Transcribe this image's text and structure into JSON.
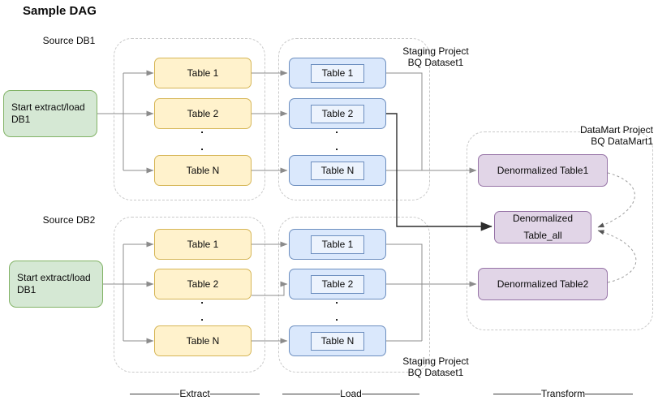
{
  "title": "Sample DAG",
  "dot": ".",
  "stages": {
    "extract": "Extract",
    "load": "Load",
    "transform": "Transform"
  },
  "pipeline1": {
    "source_label": "Source DB1",
    "start_node": {
      "line1": "Start extract/load",
      "line2": "DB1"
    },
    "extract_tables": [
      "Table 1",
      "Table 2",
      "Table N"
    ],
    "load_tables": [
      "Table 1",
      "Table 2",
      "Table N"
    ],
    "staging_label": {
      "line1": "Staging Project",
      "line2": "BQ Dataset1"
    }
  },
  "pipeline2": {
    "source_label": "Source DB2",
    "start_node": {
      "line1": "Start extract/load",
      "line2": "DB1"
    },
    "extract_tables": [
      "Table 1",
      "Table 2",
      "Table N"
    ],
    "load_tables": [
      "Table 1",
      "Table 2",
      "Table N"
    ],
    "staging_label": {
      "line1": "Staging Project",
      "line2": "BQ Dataset1"
    }
  },
  "datamart": {
    "label": {
      "line1": "DataMart Project",
      "line2": "BQ DataMart1"
    },
    "table1": "Denormalized Table1",
    "table_all": {
      "line1": "Denormalized",
      "line2": "Table_all"
    },
    "table2": "Denormalized Table2"
  },
  "colors": {
    "start_fill": "#d5e8d4",
    "start_stroke": "#82b366",
    "extract_fill": "#fff2cc",
    "extract_stroke": "#d6b656",
    "load_fill": "#dae8fc",
    "load_stroke": "#6c8ebf",
    "datamart_fill": "#e1d5e7",
    "datamart_stroke": "#9673a6",
    "container_stroke": "#c9c9c9",
    "edge_gray": "#8c8c8c",
    "edge_dark": "#2d2d2d"
  }
}
